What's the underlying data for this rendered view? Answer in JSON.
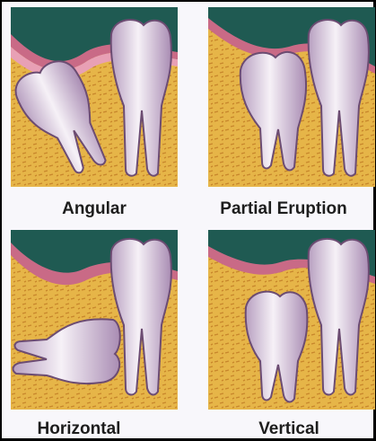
{
  "panels": [
    {
      "label": "Angular"
    },
    {
      "label": "Partial Eruption"
    },
    {
      "label": "Horizontal"
    },
    {
      "label": "Vertical"
    }
  ],
  "colors": {
    "gum_green": "#1f5a52",
    "gum_pink": "#c96a86",
    "bone": "#e6b548",
    "tooth": "#ece6ef",
    "tooth_shadow": "#7b5a80",
    "caption": "#1d1d1d"
  }
}
